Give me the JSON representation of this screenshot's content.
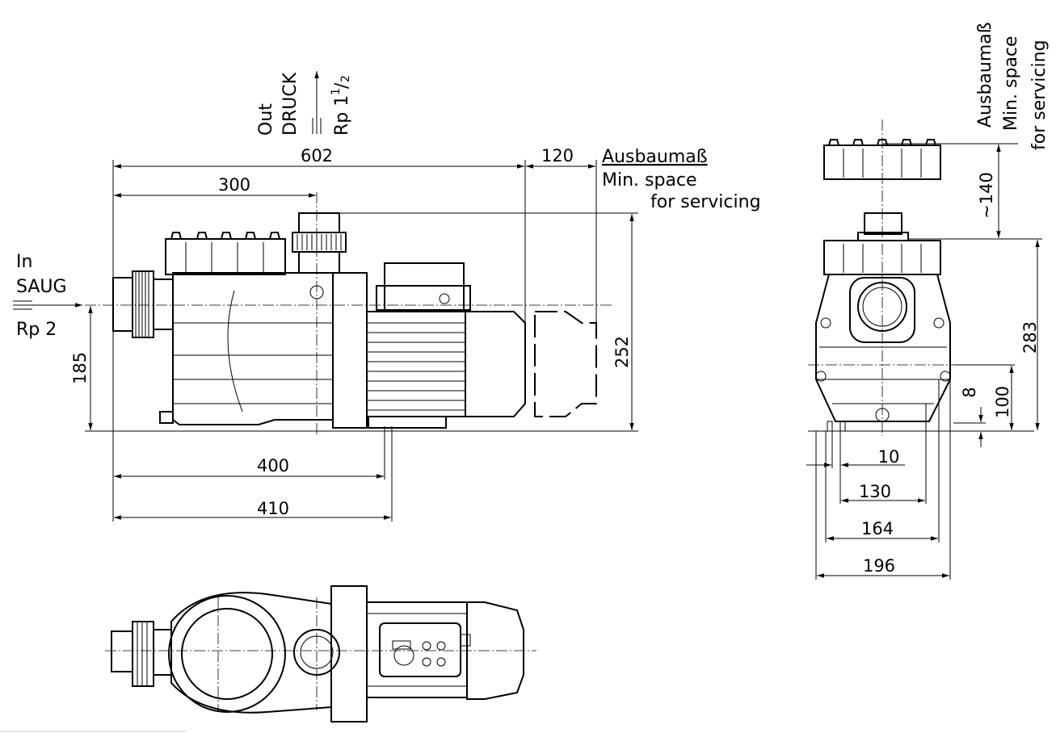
{
  "side_view": {
    "out_label": "Out",
    "druck_label": "DRUCK",
    "rp_out_prefix": "Rp 1",
    "rp_out_sup": "1",
    "rp_out_slash": "/",
    "rp_out_sub": "2",
    "in_label": "In",
    "saug_label": "SAUG",
    "rp_in_label": "Rp 2",
    "dim_602": "602",
    "dim_300": "300",
    "dim_120": "120",
    "dim_252": "252",
    "dim_185": "185",
    "dim_400": "400",
    "dim_410": "410",
    "service_de": "Ausbaumaß",
    "service_en1": "Min. space",
    "service_en2": "for servicing"
  },
  "front_view": {
    "service_de": "Ausbaumaß",
    "service_en1": "Min. space",
    "service_en2": "for servicing",
    "dim_140": "~140",
    "dim_283": "283",
    "dim_100": "100",
    "dim_8": "8",
    "dim_10": "10",
    "dim_130": "130",
    "dim_164": "164",
    "dim_196": "196"
  }
}
